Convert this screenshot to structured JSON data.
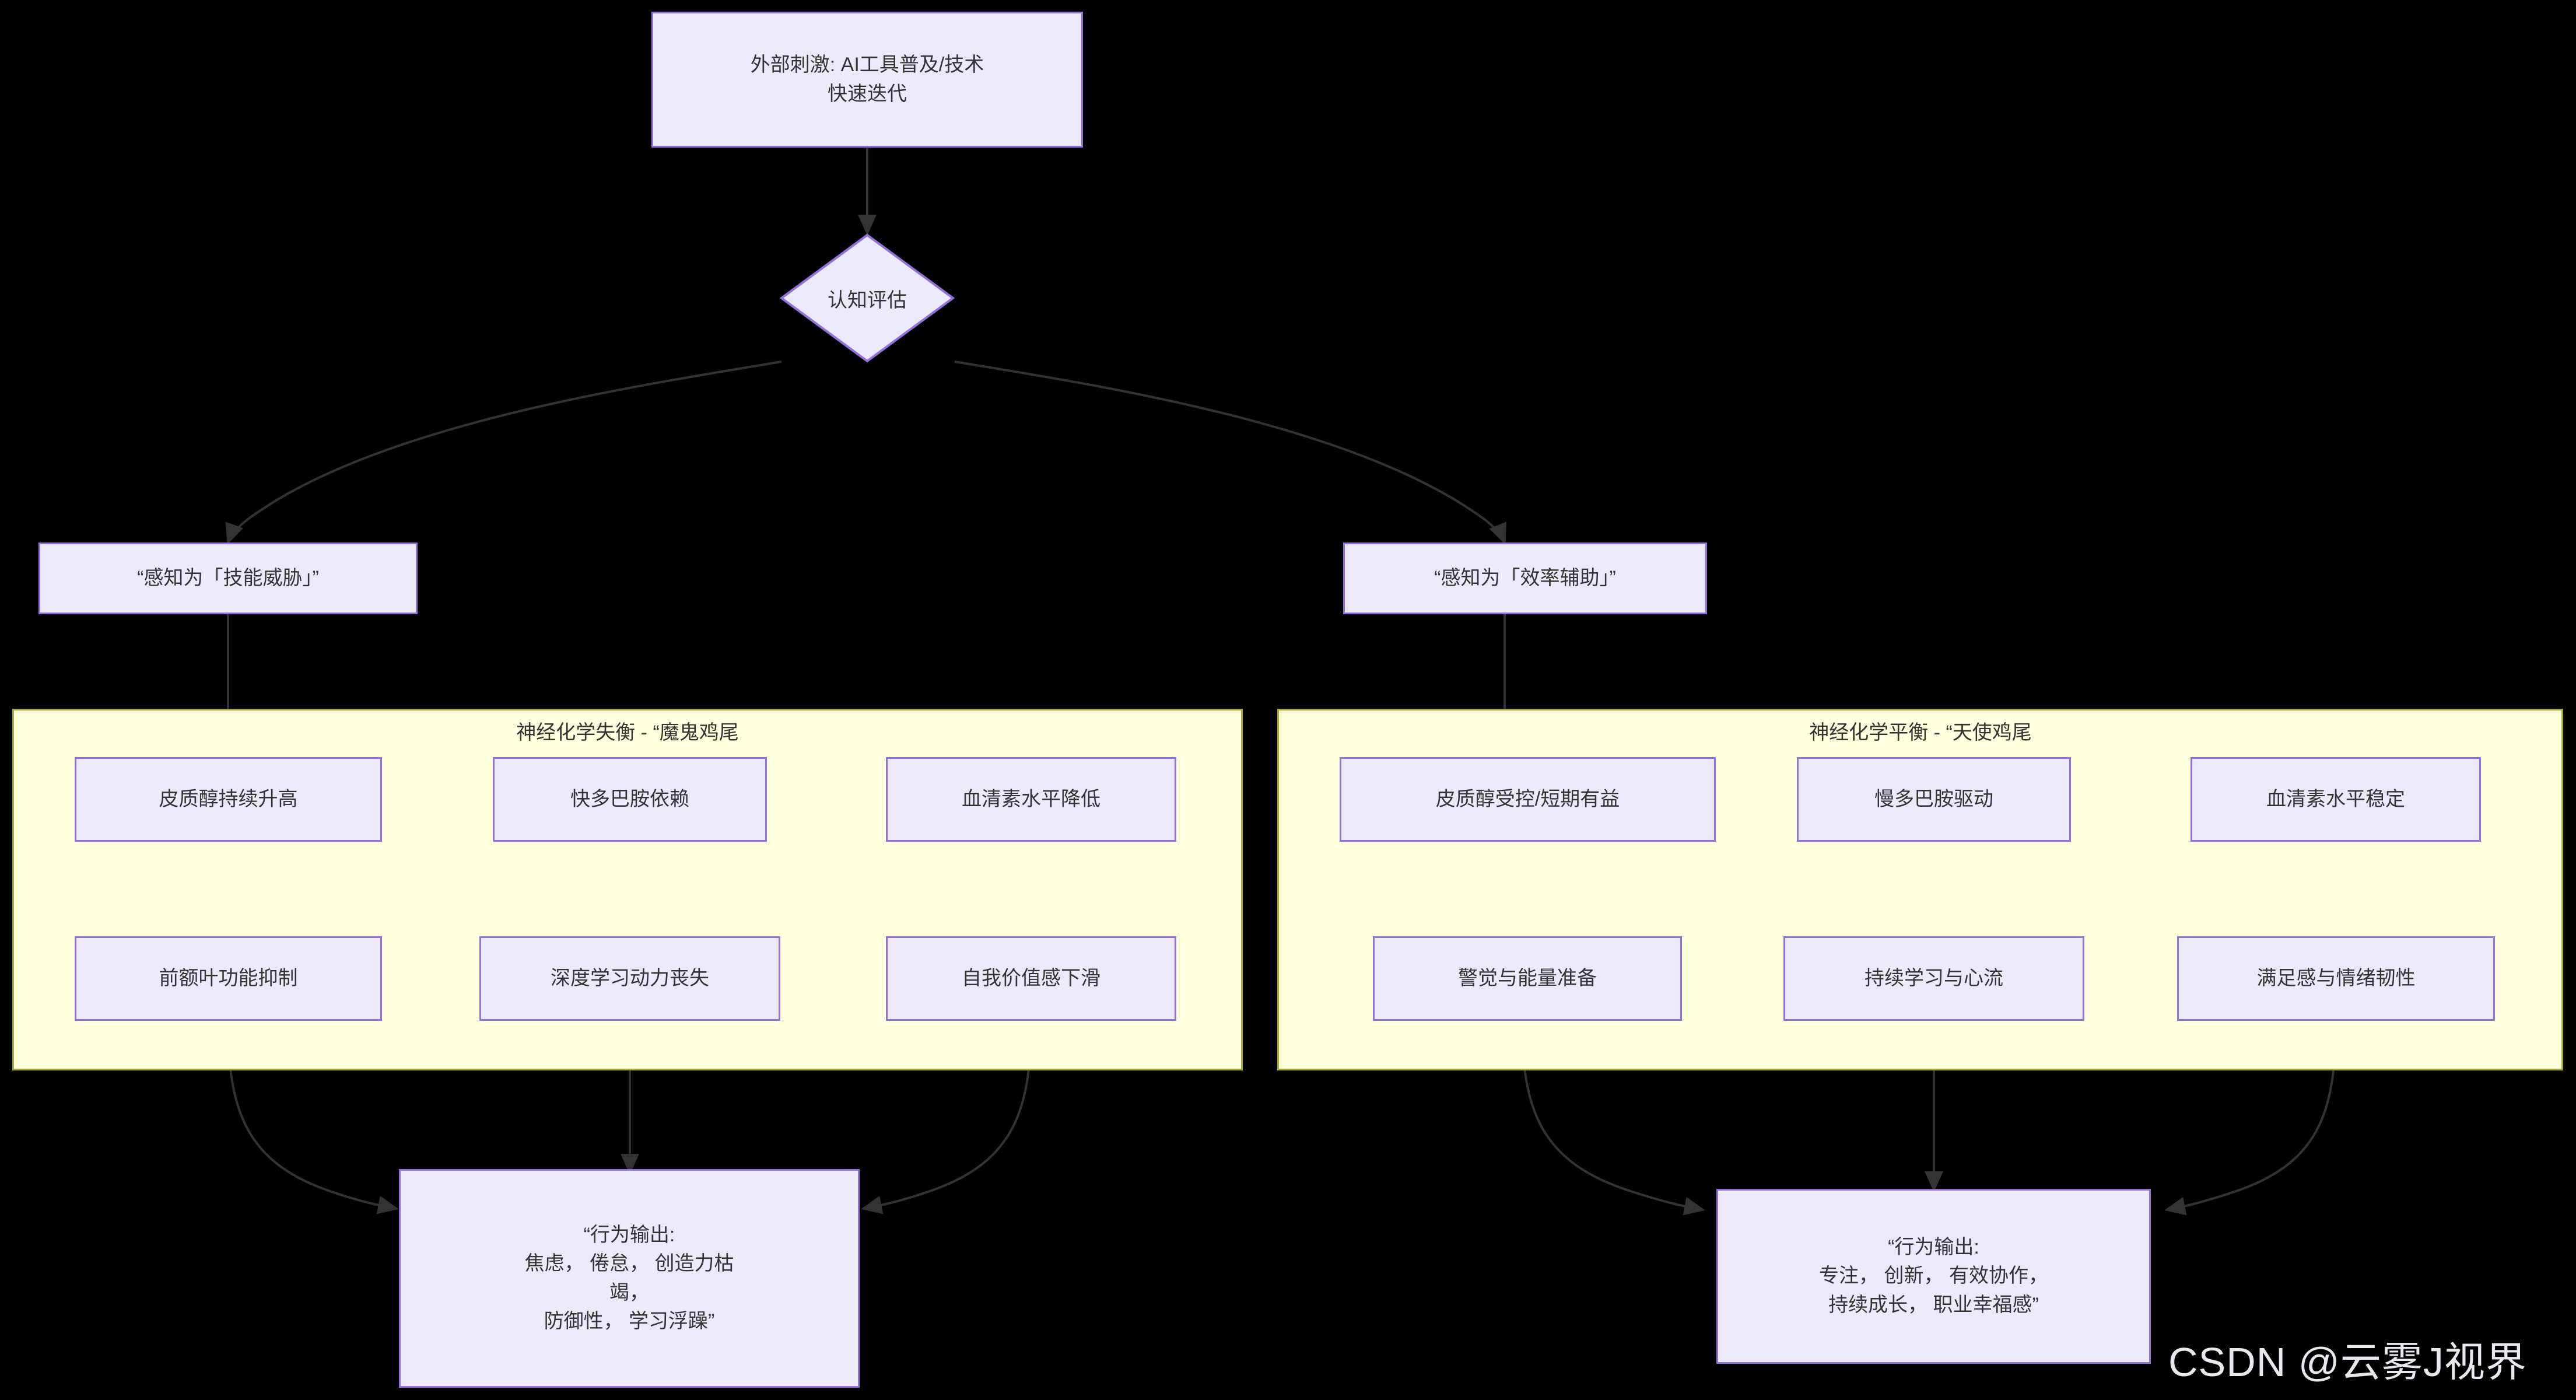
{
  "diagram": {
    "type": "flowchart",
    "orientation": "top-down",
    "background_color": "#000000",
    "node_fill": "#ECE9FB",
    "node_stroke": "#9370DB",
    "cluster_fill": "#FFFFDE",
    "cluster_stroke": "#AAAA33",
    "edge_color": "#333333",
    "text_color": "#333333"
  },
  "nodes": {
    "stimulus": {
      "label": "外部刺激: AI工具普及/技术\n快速迭代",
      "shape": "rect"
    },
    "appraisal": {
      "label": "认知评估",
      "shape": "diamond"
    },
    "threat": {
      "label": "“感知为「技能威胁」”",
      "shape": "rect"
    },
    "assist": {
      "label": "“感知为「效率辅助」”",
      "shape": "rect"
    },
    "devil": {
      "cortisol": {
        "label": "皮质醇持续升高"
      },
      "dopamine": {
        "label": "快多巴胺依赖"
      },
      "serotonin": {
        "label": "血清素水平降低"
      },
      "cortisol_effect": {
        "label": "前额叶功能抑制"
      },
      "dopamine_effect": {
        "label": "深度学习动力丧失"
      },
      "serotonin_effect": {
        "label": "自我价值感下滑"
      }
    },
    "angel": {
      "cortisol": {
        "label": "皮质醇受控/短期有益"
      },
      "dopamine": {
        "label": "慢多巴胺驱动"
      },
      "serotonin": {
        "label": "血清素水平稳定"
      },
      "cortisol_effect": {
        "label": "警觉与能量准备"
      },
      "dopamine_effect": {
        "label": "持续学习与心流"
      },
      "serotonin_effect": {
        "label": "满足感与情绪韧性"
      }
    },
    "devil_outcome": {
      "label": "“行为输出:\n焦虑， 倦怠， 创造力枯\n竭，\n防御性， 学习浮躁”",
      "shape": "rect"
    },
    "angel_outcome": {
      "label": "“行为输出:\n专注， 创新， 有效协作，\n持续成长， 职业幸福感”",
      "shape": "rect"
    }
  },
  "clusters": {
    "devil": {
      "label": "神经化学失衡 - “魔鬼鸡尾"
    },
    "angel": {
      "label": "神经化学平衡 - “天使鸡尾"
    }
  },
  "edges": [
    {
      "from": "stimulus",
      "to": "appraisal"
    },
    {
      "from": "appraisal",
      "to": "threat"
    },
    {
      "from": "appraisal",
      "to": "assist"
    },
    {
      "from": "threat",
      "to": "devil-cortisol"
    },
    {
      "from": "assist",
      "to": "angel-cortisol"
    },
    {
      "from": "devil-cortisol",
      "to": "devil-cortisol-effect"
    },
    {
      "from": "devil-dopamine",
      "to": "devil-dopamine-effect"
    },
    {
      "from": "devil-serotonin",
      "to": "devil-serotonin-effect"
    },
    {
      "from": "angel-cortisol",
      "to": "angel-cortisol-effect"
    },
    {
      "from": "angel-dopamine",
      "to": "angel-dopamine-effect"
    },
    {
      "from": "angel-serotonin",
      "to": "angel-serotonin-effect"
    },
    {
      "from": "devil-cortisol-effect",
      "to": "devil-outcome"
    },
    {
      "from": "devil-dopamine-effect",
      "to": "devil-outcome"
    },
    {
      "from": "devil-serotonin-effect",
      "to": "devil-outcome"
    },
    {
      "from": "angel-cortisol-effect",
      "to": "angel-outcome"
    },
    {
      "from": "angel-dopamine-effect",
      "to": "angel-outcome"
    },
    {
      "from": "angel-serotonin-effect",
      "to": "angel-outcome"
    }
  ],
  "watermark": {
    "text": "CSDN @云雾J视界"
  }
}
